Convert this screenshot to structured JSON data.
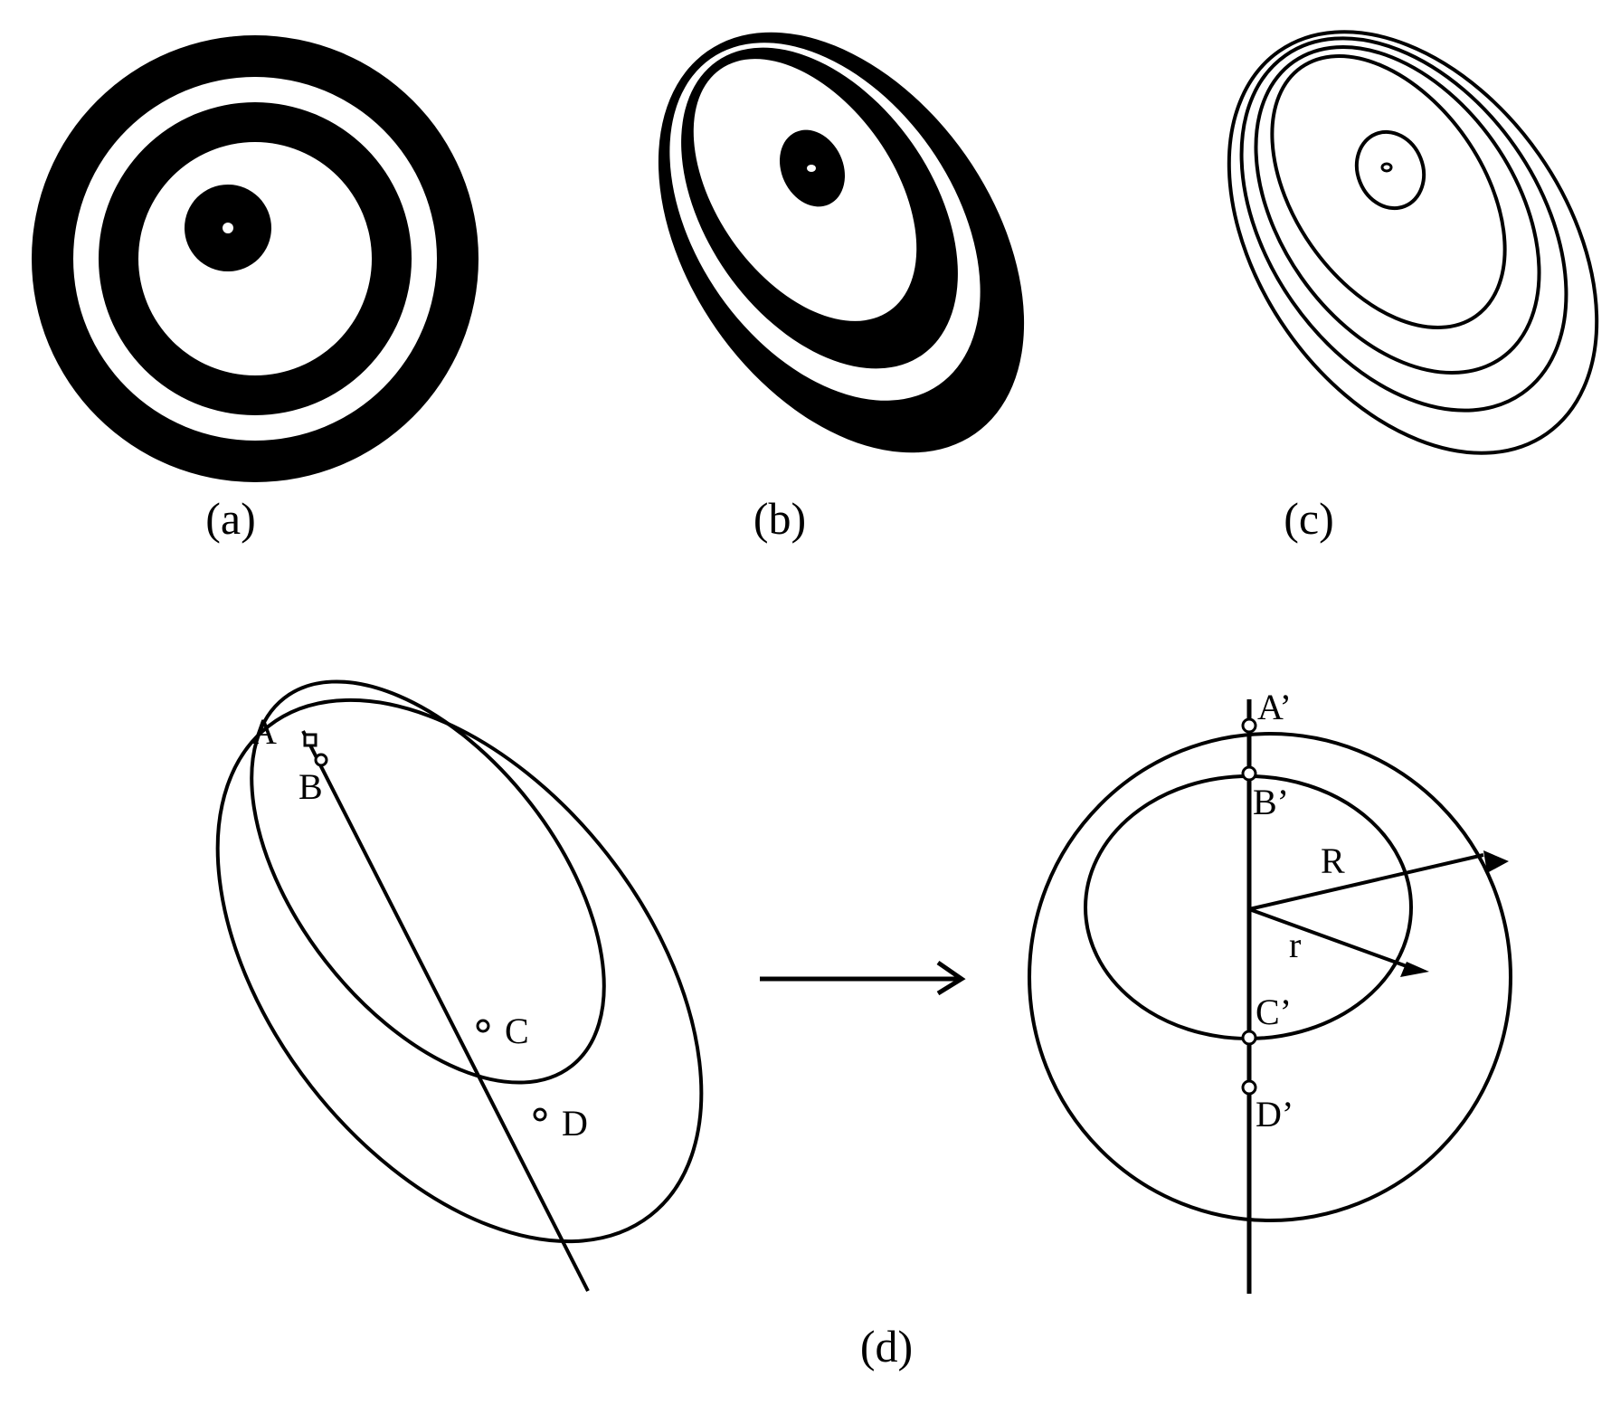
{
  "figure": {
    "background": "#ffffff",
    "ink": "#000000",
    "panels": {
      "a": {
        "caption": "(a)",
        "description": "binary fringe pattern, concentric circular rings"
      },
      "b": {
        "caption": "(b)",
        "description": "binary fringe pattern, tilted elliptical rings"
      },
      "c": {
        "caption": "(c)",
        "description": "skeletonized fringe contours of (b)"
      },
      "d": {
        "caption": "(d)",
        "left": {
          "points": [
            "A",
            "B",
            "C",
            "D"
          ]
        },
        "right": {
          "points": [
            "A’",
            "B’",
            "C’",
            "D’"
          ],
          "radius_outer_label": "R",
          "radius_inner_label": "r"
        },
        "transform_arrow": "right-arrow"
      }
    }
  }
}
